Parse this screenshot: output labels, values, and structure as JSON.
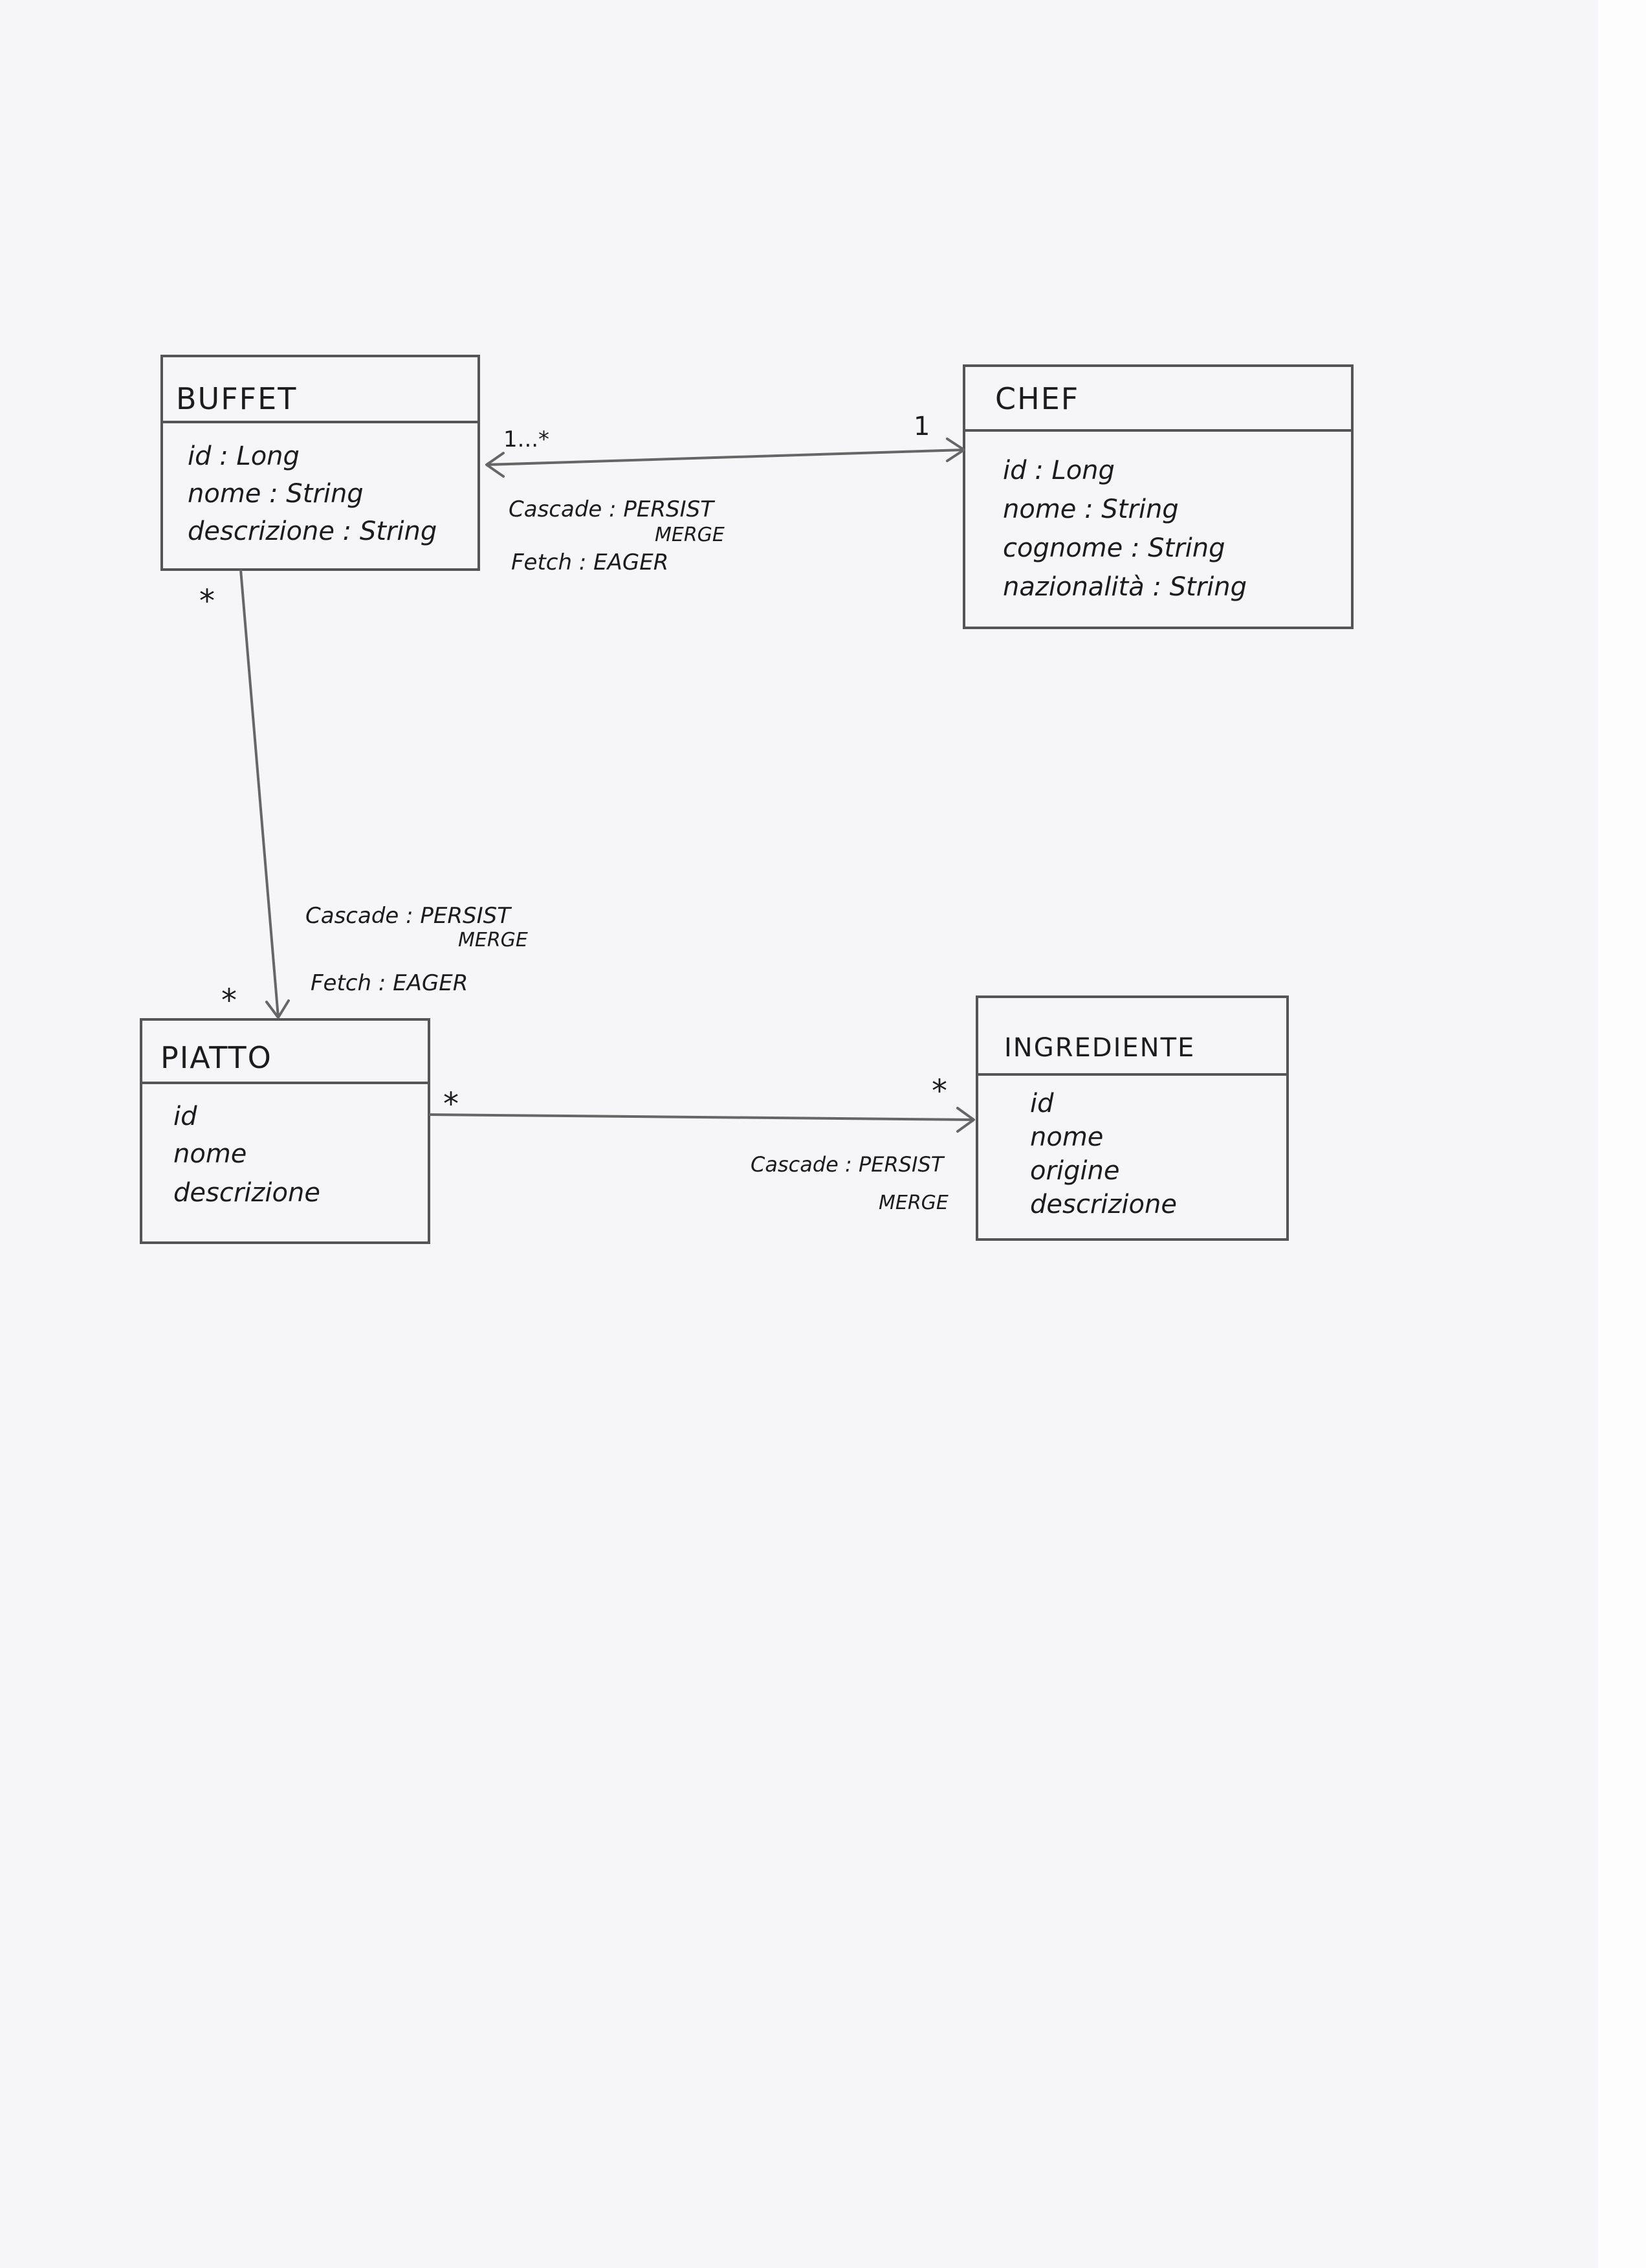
{
  "classes": {
    "buffet": {
      "name": "BUFFET",
      "attributes": [
        "id : Long",
        "nome : String",
        "descrizione : String"
      ]
    },
    "chef": {
      "name": "CHEF",
      "attributes": [
        "id : Long",
        "nome : String",
        "cognome : String",
        "nazionalità : String"
      ]
    },
    "piatto": {
      "name": "PIATTO",
      "attributes": [
        "id",
        "nome",
        "descrizione"
      ]
    },
    "ingrediente": {
      "name": "INGREDIENTE",
      "attributes": [
        "id",
        "nome",
        "origine",
        "descrizione"
      ]
    }
  },
  "relations": {
    "buffet_chef": {
      "mult_buffet": "1...*",
      "mult_chef": "1",
      "cascade_label": "Cascade : PERSIST",
      "cascade_merge": "MERGE",
      "fetch_label": "Fetch : EAGER"
    },
    "buffet_piatto": {
      "mult_buffet": "*",
      "mult_piatto": "*",
      "cascade_label": "Cascade : PERSIST",
      "cascade_merge": "MERGE",
      "fetch_label": "Fetch : EAGER"
    },
    "piatto_ingrediente": {
      "mult_piatto": "*",
      "mult_ingrediente": "*",
      "cascade_label": "Cascade : PERSIST",
      "cascade_merge": "MERGE"
    }
  },
  "colors": {
    "paper": "#f6f6f8",
    "ink": "#1c1c1c",
    "line": "#666666"
  }
}
